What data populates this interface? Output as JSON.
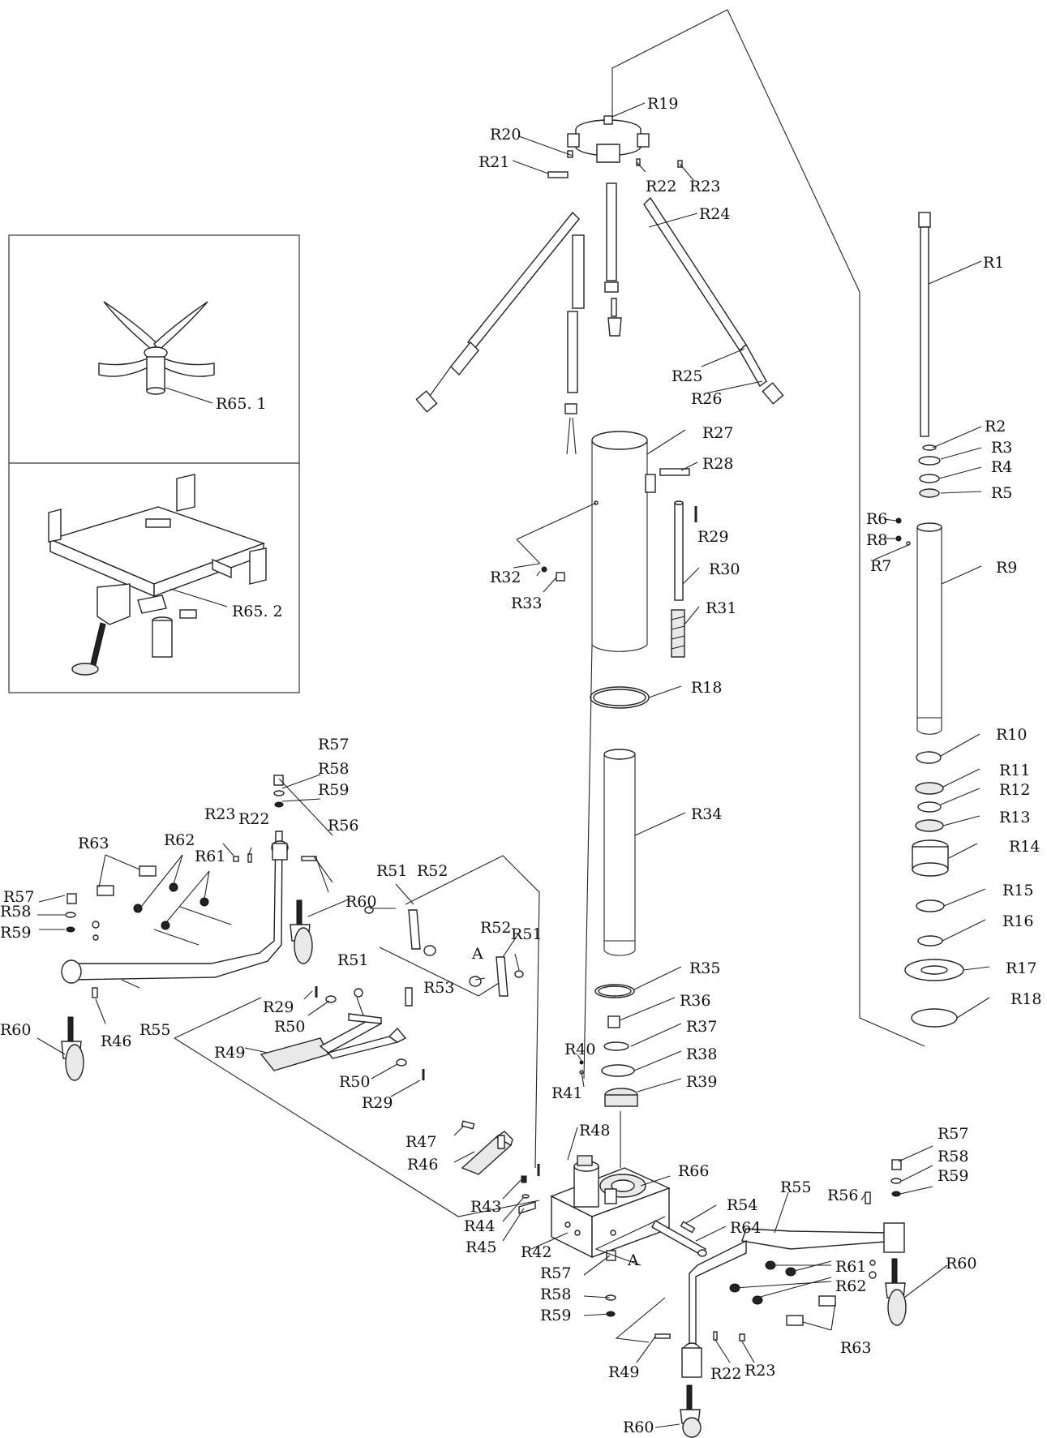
{
  "labels": {
    "R1": "R1",
    "R2": "R2",
    "R3": "R3",
    "R4": "R4",
    "R5": "R5",
    "R6": "R6",
    "R7": "R7",
    "R8": "R8",
    "R9": "R9",
    "R10": "R10",
    "R11": "R11",
    "R12": "R12",
    "R13": "R13",
    "R14": "R14",
    "R15": "R15",
    "R16": "R16",
    "R17": "R17",
    "R18": "R18",
    "R19": "R19",
    "R20": "R20",
    "R21": "R21",
    "R22": "R22",
    "R23": "R23",
    "R24": "R24",
    "R25": "R25",
    "R26": "R26",
    "R27": "R27",
    "R28": "R28",
    "R29": "R29",
    "R30": "R30",
    "R31": "R31",
    "R32": "R32",
    "R33": "R33",
    "R34": "R34",
    "R35": "R35",
    "R36": "R36",
    "R37": "R37",
    "R38": "R38",
    "R39": "R39",
    "R40": "R40",
    "R41": "R41",
    "R42": "R42",
    "R43": "R43",
    "R44": "R44",
    "R45": "R45",
    "R46": "R46",
    "R47": "R47",
    "R48": "R48",
    "R49": "R49",
    "R50": "R50",
    "R51": "R51",
    "R52": "R52",
    "R53": "R53",
    "R54": "R54",
    "R55": "R55",
    "R56": "R56",
    "R57": "R57",
    "R58": "R58",
    "R59": "R59",
    "R60": "R60",
    "R61": "R61",
    "R62": "R62",
    "R63": "R63",
    "R64": "R64",
    "R66": "R66",
    "R65_1": "R65. 1",
    "R65_2": "R65. 2",
    "A": "A"
  }
}
